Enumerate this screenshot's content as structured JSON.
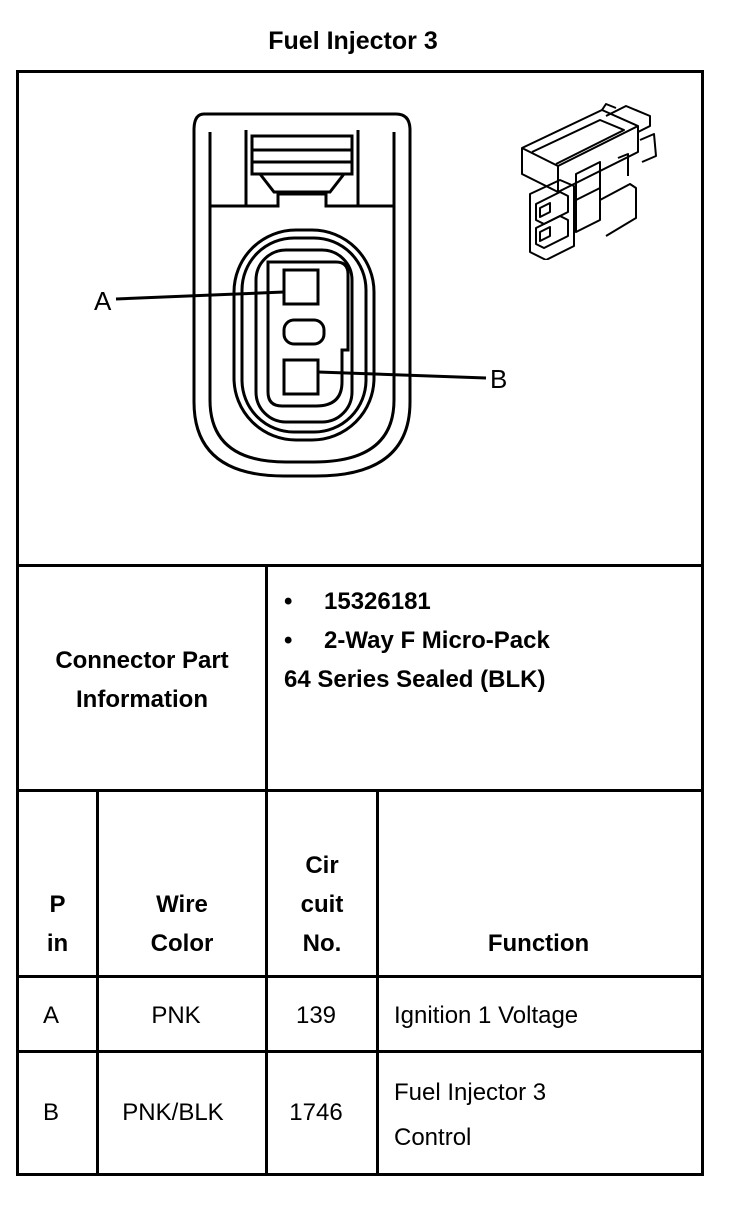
{
  "title": "Fuel Injector 3",
  "diagram": {
    "pin_a_label": "A",
    "pin_b_label": "B"
  },
  "connector_info": {
    "label_line1": "Connector Part",
    "label_line2": "Information",
    "bullet_symbol": "•",
    "items": [
      "15326181",
      "2-Way F Micro-Pack"
    ],
    "extra_line": "64 Series Sealed (BLK)"
  },
  "table": {
    "headers": {
      "pin_line1": "P",
      "pin_line2": "in",
      "wire_line1": "Wire",
      "wire_line2": "Color",
      "circuit_line1": "Cir",
      "circuit_line2": "cuit",
      "circuit_line3": "No.",
      "function": "Function"
    },
    "rows": [
      {
        "pin": "A",
        "wire_color": "PNK",
        "circuit": "139",
        "function_line1": "Ignition 1 Voltage",
        "function_line2": ""
      },
      {
        "pin": "B",
        "wire_color": "PNK/BLK",
        "circuit": "1746",
        "function_line1": "Fuel Injector 3",
        "function_line2": "Control"
      }
    ]
  }
}
